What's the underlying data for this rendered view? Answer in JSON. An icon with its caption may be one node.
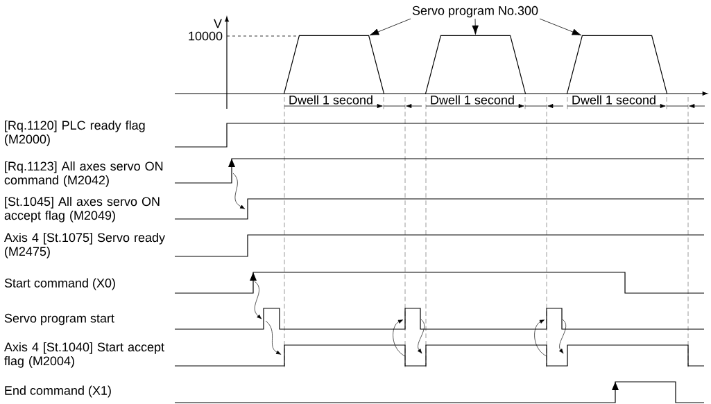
{
  "diagram": {
    "nodes": [
      {
        "text": [
          "Servo program No.300"
        ]
      },
      {
        "text": [],
        "shape": "trapezoid"
      },
      {
        "text": [],
        "shape": "trapezoid"
      },
      {
        "text": [],
        "shape": "trapezoid"
      }
    ],
    "edges": [
      {
        "from": 0,
        "to": 1,
        "arrow": "to"
      },
      {
        "from": 0,
        "to": 2,
        "arrow": "to"
      },
      {
        "from": 0,
        "to": 3,
        "arrow": "to"
      }
    ],
    "labels": [
      "V",
      "10000",
      "Dwell 1 second",
      "Dwell 1 second",
      "Dwell 1 second",
      "[Rq.1120] PLC ready flag (M2000)",
      "[Rq.1123] All axes servo ON command (M2042)",
      "[St.1045] All axes servo ON accept flag (M2049)",
      "Axis 4 [St.1075] Servo ready (M2475)",
      "Start command (X0)",
      "Servo program start",
      "Axis 4 [St.1040] Start accept flag (M2004)",
      "End command (X1)"
    ]
  }
}
